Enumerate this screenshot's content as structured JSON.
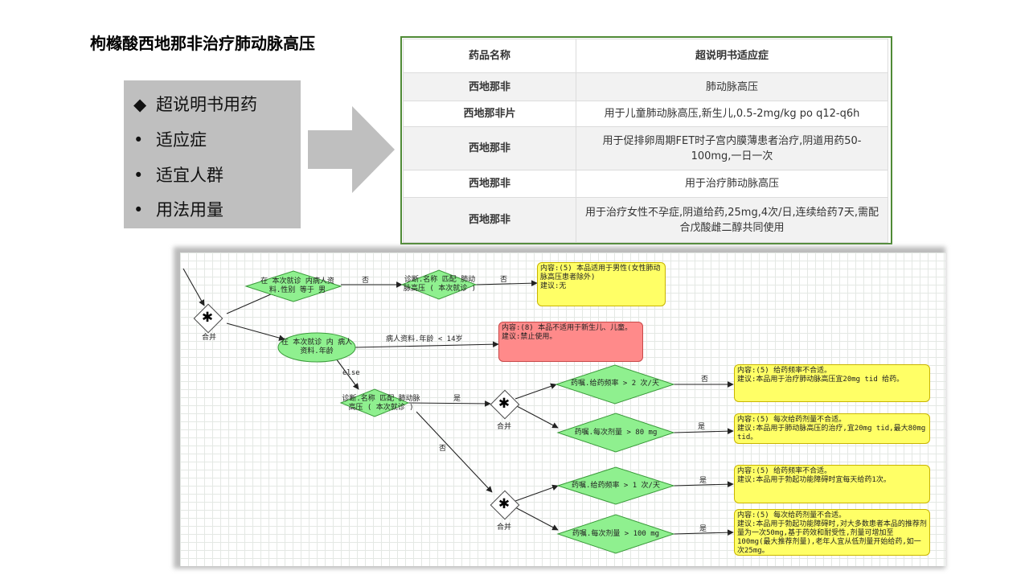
{
  "slide": {
    "title": "枸橼酸西地那非治疗肺动脉高压"
  },
  "summary": {
    "items": [
      {
        "marker": "◆",
        "label": "超说明书用药"
      },
      {
        "marker": "•",
        "label": "适应症"
      },
      {
        "marker": "•",
        "label": "适宜人群"
      },
      {
        "marker": "•",
        "label": "用法用量"
      }
    ]
  },
  "colors": {
    "gray_box": "#bfbfbf",
    "arrow": "#bfbfbf",
    "table_border": "#4f8a36",
    "decision_fill": "#8ff08f",
    "note_yellow": "#ffff66",
    "note_red": "#ff8a8a"
  },
  "table": {
    "headers": [
      "药品名称",
      "超说明书适应症"
    ],
    "rows": [
      [
        "西地那非",
        "肺动脉高压"
      ],
      [
        "西地那非片",
        "用于儿童肺动脉高压,新生儿,0.5-2mg/kg po q12-q6h"
      ],
      [
        "西地那非",
        "用于促排卵周期FET时子宫内膜薄患者治疗,阴道用药50-100mg,一日一次"
      ],
      [
        "西地那非",
        "用于治疗肺动脉高压"
      ],
      [
        "西地那非",
        "用于治疗女性不孕症,阴道给药,25mg,4次/日,连续给药7天,需配合戊酸雌二醇共同使用"
      ]
    ]
  },
  "flow": {
    "merge_label": "合并",
    "merge_icon": "asterisk-icon",
    "nodes": {
      "gender": "在 本次就诊 内病人资料.性别 等于 男",
      "diag1": "诊断.名称 匹配 肺动脉高压 ( 本次就诊 )",
      "age": "在 本次就诊 内 病人资料.年龄",
      "diag2": "诊断.名称 匹配 肺动脉高压 ( 本次就诊 )",
      "freq1": "药嘱.给药频率 > 2 次/天",
      "dose1": "药嘱.每次剂量 > 80 mg",
      "freq2": "药嘱.给药频率 > 1 次/天",
      "dose2": "药嘱.每次剂量 > 100 mg"
    },
    "edges": {
      "no1": "否",
      "no2": "否",
      "age_lt": "病人资料.年龄 < 14岁",
      "else": "else",
      "yes_diag": "是",
      "no_diag": "否",
      "no_freq1": "否",
      "yes_dose1": "是",
      "yes_freq2": "是",
      "yes_dose2": "是"
    },
    "notes": [
      {
        "content": "内容:(5) 本品适用于男性(女性肺动脉高压患者除外)",
        "advice": "建议:无"
      },
      {
        "content": "内容:(8) 本品不适用于新生儿、儿童。",
        "advice": "建议:禁止使用。"
      },
      {
        "content": "内容:(5) 给药频率不合适。",
        "advice": "建议:本品用于治疗肺动脉高压宜20mg tid 给药。"
      },
      {
        "content": "内容:(5) 每次给药剂量不合适。",
        "advice": "建议:本品用于肺动脉高压的治疗,宜20mg tid,最大80mg tid。"
      },
      {
        "content": "内容:(5) 给药频率不合适。",
        "advice": "建议:本品用于勃起功能障碍时宜每天给药1次。"
      },
      {
        "content": "内容:(5) 每次给药剂量不合适。",
        "advice": "建议:本品用于勃起功能障碍时,对大多数患者本品的推荐剂量为一次50mg,基于药效和耐受性,剂量可增加至100mg(最大推荐剂量),老年人宜从低剂量开始给药,如一次25mg。"
      }
    ]
  }
}
